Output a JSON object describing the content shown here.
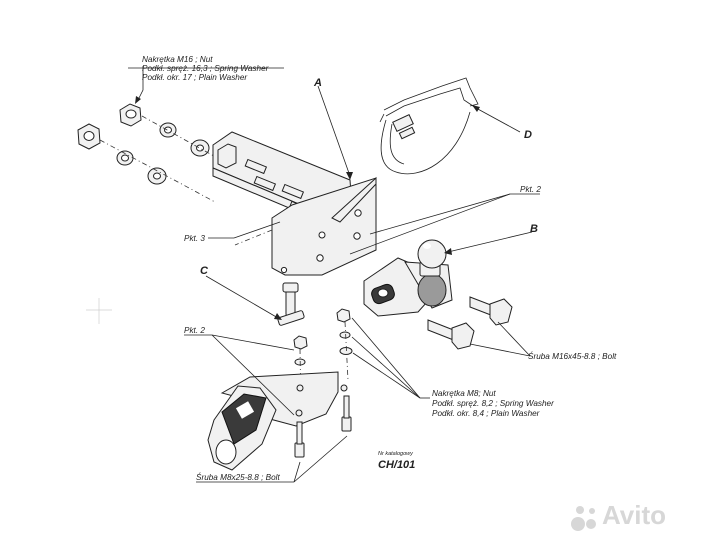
{
  "labels": {
    "nut_m16": "Nakrętka M16 ; Nut",
    "spring_washer_16": "Podkł. spręż. 16,3 ; Spring Washer",
    "plain_washer_17": "Podkł. okr. 17 ; Plain Washer",
    "letter_a": "A",
    "letter_b": "B",
    "letter_c": "C",
    "letter_d": "D",
    "pkt2_right": "Pkt. 2",
    "pkt3": "Pkt. 3",
    "pkt2_left": "Pkt. 2",
    "nut_m8": "Nakrętka M8; Nut",
    "spring_washer_8": "Podkł. spręż. 8,2 ; Spring Washer",
    "plain_washer_8": "Podkł. okr. 8,4 ; Plain Washer",
    "bolt_m16": "Śruba M16x45-8.8 ; Bolt",
    "bolt_m8": "Śruba M8x25-8.8 ; Bolt",
    "catalog_caption": "Nr katalogowy",
    "catalog_number": "CH/101"
  },
  "watermark": {
    "text": "Avito",
    "color": "#d7d7d7"
  },
  "colors": {
    "line": "#222222",
    "part_fill": "#f1f1f1",
    "dark_fill": "#3a3a3a"
  }
}
